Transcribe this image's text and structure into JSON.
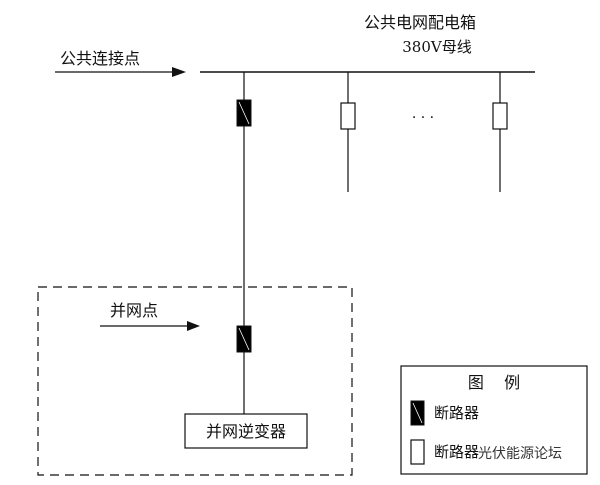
{
  "labels": {
    "distribution_box": "公共电网配电箱",
    "busbar": "380V母线",
    "pcc": "公共连接点",
    "grid_point": "并网点",
    "inverter": "并网逆变器",
    "ellipsis": "· · ·"
  },
  "legend": {
    "title": "图    例",
    "breaker_closed": "断路器",
    "breaker_open": "断路器"
  },
  "watermark": "光伏能源论坛",
  "colors": {
    "line": "#111111",
    "breaker_fill": "#000000",
    "open_fill": "#ffffff"
  }
}
